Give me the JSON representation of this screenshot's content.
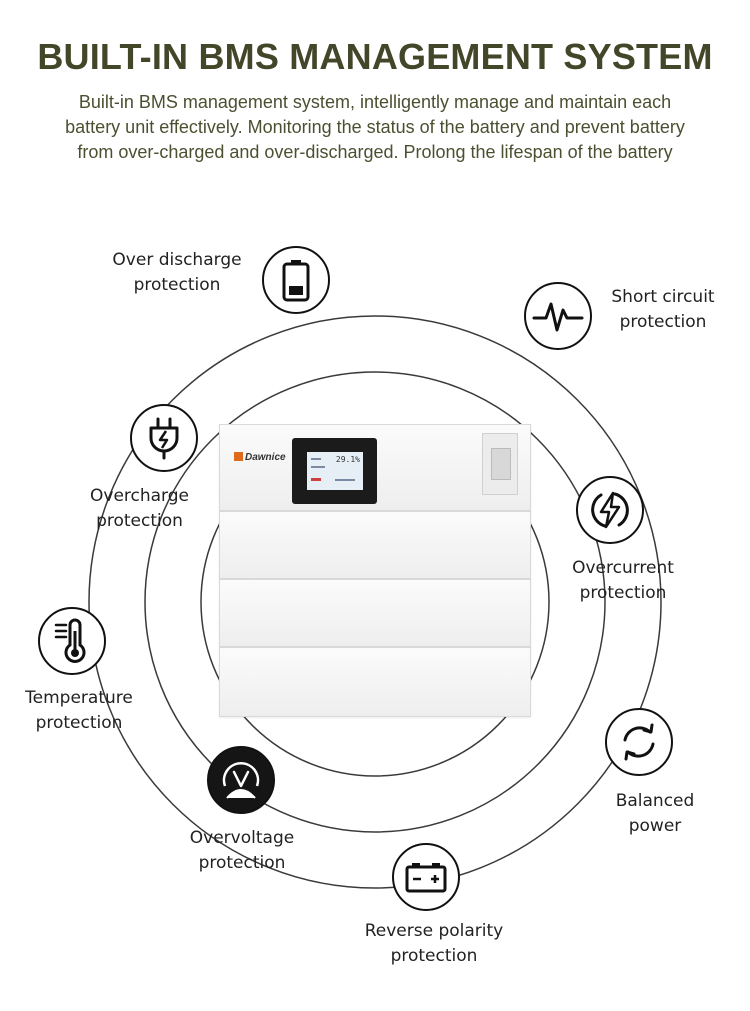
{
  "title": "BUILT-IN BMS MANAGEMENT SYSTEM",
  "description": "Built-in BMS management system, intelligently manage and maintain each battery unit effectively. Monitoring the status of the battery and prevent battery from over-charged and over-discharged. Prolong the lifespan of the battery",
  "product": {
    "brand": "Dawnice",
    "display_percent": "29.1%"
  },
  "features": [
    {
      "icon": "battery-low-icon",
      "line1": "Over discharge",
      "line2": "protection"
    },
    {
      "icon": "heartbeat-pulse-icon",
      "line1": "Short circuit",
      "line2": "protection"
    },
    {
      "icon": "charging-plug-icon",
      "line1": "Overcharge",
      "line2": "protection"
    },
    {
      "icon": "lightning-bolt-icon",
      "line1": "Overcurrent",
      "line2": "protection"
    },
    {
      "icon": "thermometer-icon",
      "line1": "Temperature",
      "line2": "protection"
    },
    {
      "icon": "refresh-cycle-icon",
      "line1": "Balanced",
      "line2": "power"
    },
    {
      "icon": "voltage-gauge-icon",
      "line1": "Overvoltage",
      "line2": "protection"
    },
    {
      "icon": "car-battery-icon",
      "line1": "Reverse polarity",
      "line2": "protection"
    }
  ],
  "colors": {
    "title": "#434628",
    "description": "#4c4f30",
    "ring": "#3a3a3a",
    "brand_accent": "#e06a1b"
  }
}
